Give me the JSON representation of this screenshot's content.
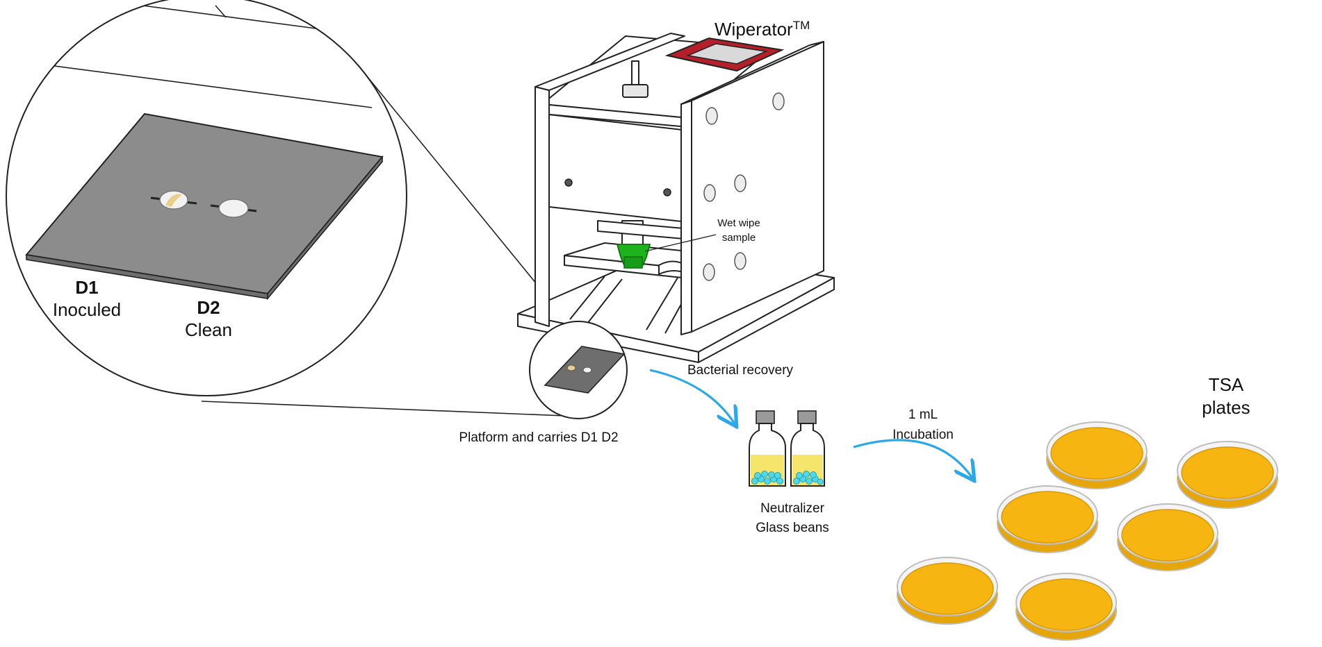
{
  "labels": {
    "device_name": "Wiperator",
    "device_mark": "TM",
    "wet_wipe_line1": "Wet wipe",
    "wet_wipe_line2": "sample",
    "d1_code": "D1",
    "d1_state": "Inoculed",
    "d2_code": "D2",
    "d2_state": "Clean",
    "platform": "Platform and carries D1 D2",
    "bacterial_recovery": "Bacterial recovery",
    "neutralizer": "Neutralizer",
    "glass_beans": "Glass beans",
    "volume": "1 mL",
    "incubation": "Incubation",
    "tsa_line1": "TSA",
    "tsa_line2": "plates"
  },
  "colors": {
    "platform_gray": "#8c8c8c",
    "wipe_head_green": "#1db31d",
    "screen_red": "#b3202a",
    "arrow_blue": "#2aa8e8",
    "agar_yellow": "#f7b512",
    "liquid_yellow": "#f5e56b",
    "beads_cyan": "#4fd8ea",
    "inoculum_tan": "#e9cf8a"
  }
}
